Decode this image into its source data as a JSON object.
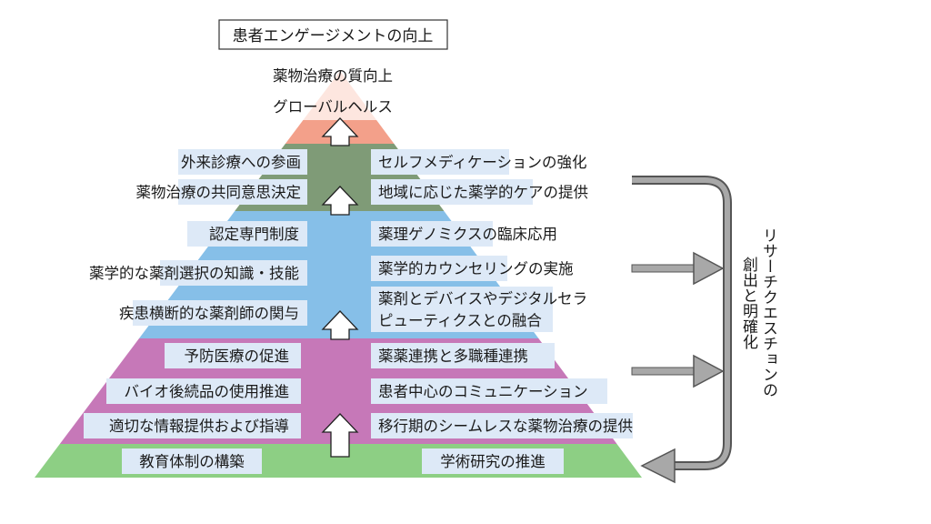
{
  "top_title": "患者エンゲージメントの向上",
  "apex": {
    "line1": "薬物治療の質向上",
    "line2": "グローバルヘルス",
    "color": "#f3a08a"
  },
  "tier2": {
    "left": [
      "外来診療への参画",
      "薬物治療の共同意思決定"
    ],
    "right": [
      "セルフメディケーションの強化",
      "地域に応じた薬学的ケアの提供"
    ],
    "color": "#7f9b77"
  },
  "tier3": {
    "left": [
      "認定専門制度",
      "薬学的な薬剤選択の知識・技能",
      "疾患横断的な薬剤師の関与"
    ],
    "right": [
      "薬理ゲノミクスの臨床応用",
      "薬学的カウンセリングの実施",
      "薬剤とデバイスやデジタルセラ",
      "ピューティクスとの融合"
    ],
    "color": "#86bfe8"
  },
  "tier4": {
    "left": [
      "予防医療の促進",
      "バイオ後続品の使用推進",
      "適切な情報提供および指導"
    ],
    "right": [
      "薬薬連携と多職種連携",
      "患者中心のコミュニケーション",
      "移行期のシームレスな薬物治療の提供"
    ],
    "color": "#c678b8"
  },
  "base": {
    "left": "教育体制の構築",
    "right": "学術研究の推進",
    "color": "#8dcf84"
  },
  "side_label": "リサーチクエスチョンの創出と明確化",
  "side_label_col1": "リサーチクエスチョンの",
  "side_label_col2": "創出と明確化"
}
